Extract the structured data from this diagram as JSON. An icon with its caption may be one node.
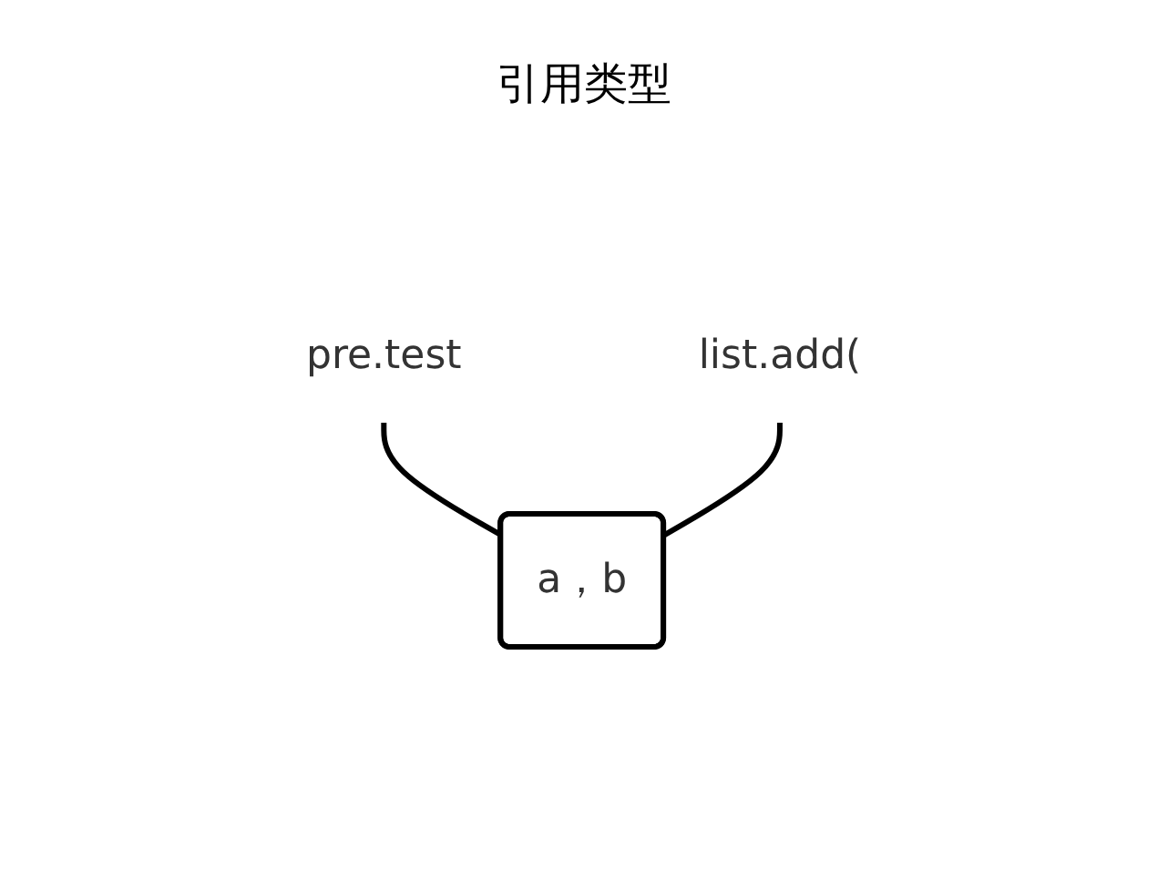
{
  "diagram": {
    "title": "引用类型",
    "nodes": [
      {
        "text": [
          "pre.test"
        ]
      },
      {
        "text": [
          "list.add("
        ]
      },
      {
        "text": [
          "a，b"
        ]
      }
    ],
    "edges": [
      {
        "from": 0,
        "to": 2,
        "arrow": "none"
      },
      {
        "from": 1,
        "to": 2,
        "arrow": "none"
      }
    ]
  }
}
